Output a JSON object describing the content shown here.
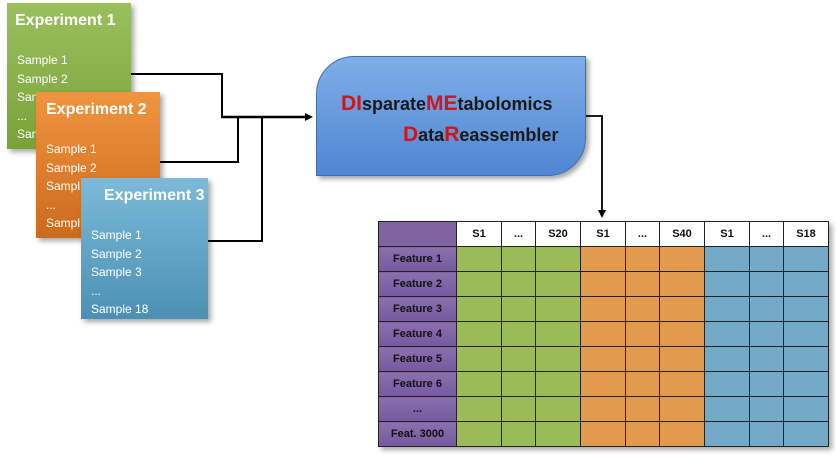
{
  "experiments": [
    {
      "title": "Experiment 1",
      "samples": [
        "Sample 1",
        "Sample 2",
        "Sam",
        "...",
        "Sam"
      ]
    },
    {
      "title": "Experiment 2",
      "samples": [
        "Sample 1",
        "Sample 2",
        "Sampl",
        "...",
        "Sampl"
      ]
    },
    {
      "title": "Experiment 3",
      "samples": [
        "Sample 1",
        "Sample 2",
        "Sample 3",
        "...",
        "Sample 18"
      ]
    }
  ],
  "tool": {
    "line1": [
      "DI",
      "sparate",
      "ME",
      "tabolomics"
    ],
    "line2": [
      "D",
      "ata",
      "R",
      "eassembler"
    ]
  },
  "matrix": {
    "column_headers": [
      "S1",
      "...",
      "S20",
      "S1",
      "...",
      "S40",
      "S1",
      "...",
      "S18"
    ],
    "row_labels": [
      "Feature 1",
      "Feature 2",
      "Feature 3",
      "Feature 4",
      "Feature 5",
      "Feature 6",
      "...",
      "Feat. 3000"
    ]
  },
  "colors": {
    "experiment1": "#9bbb59",
    "experiment2": "#f79646",
    "experiment3": "#4bacc6",
    "row_header": "#8064a2",
    "tool_box": "#4f81bd",
    "highlight_letters": "#d11414"
  }
}
